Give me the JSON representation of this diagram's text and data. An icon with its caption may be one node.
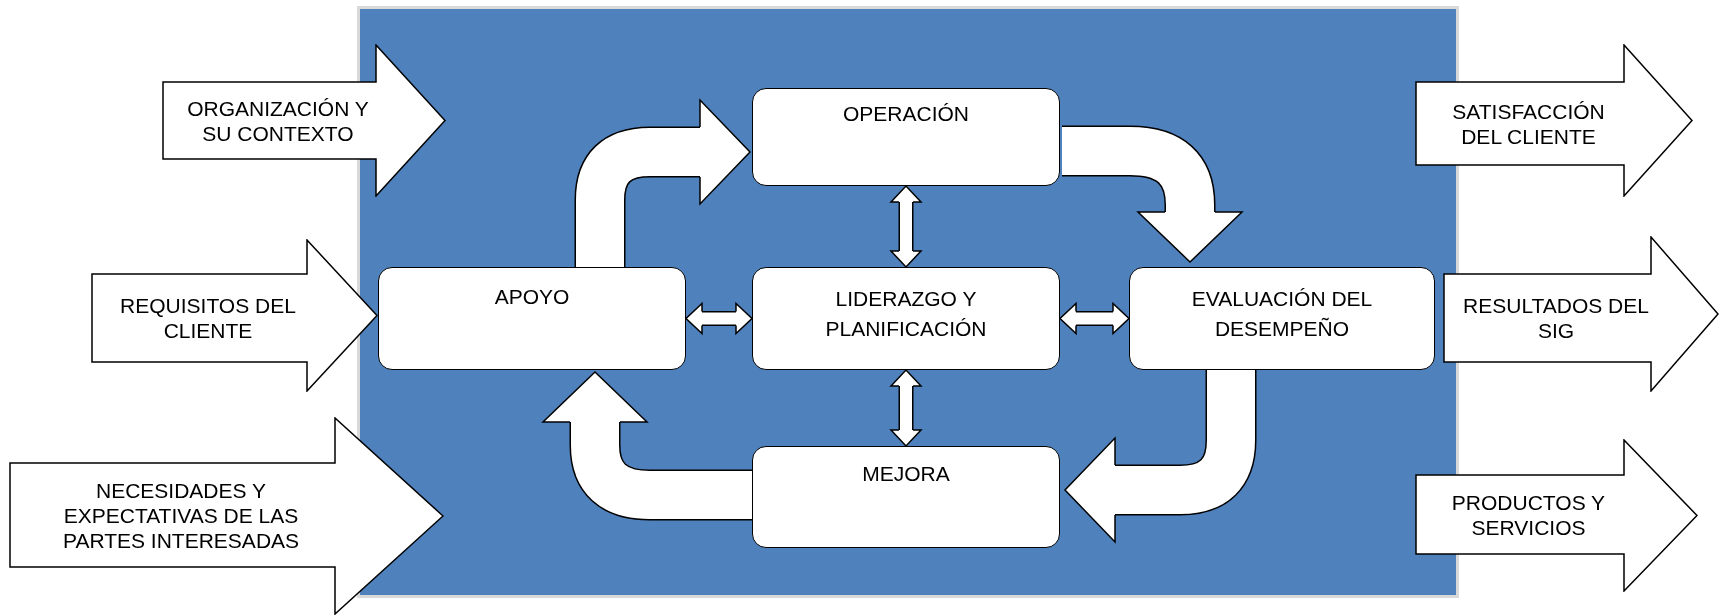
{
  "diagram": {
    "nodes": [
      {
        "text": [
          "ORGANIZACIÓN Y SU CONTEXTO"
        ]
      },
      {
        "text": [
          "REQUISITOS DEL CLIENTE"
        ]
      },
      {
        "text": [
          "NECESIDADES Y EXPECTATIVAS DE LAS PARTES INTERESADAS"
        ]
      },
      {
        "text": [
          "OPERACIÓN"
        ]
      },
      {
        "text": [
          "APOYO"
        ]
      },
      {
        "text": [
          "LIDERAZGO Y PLANIFICACIÓN"
        ]
      },
      {
        "text": [
          "EVALUACIÓN DEL DESEMPEÑO"
        ]
      },
      {
        "text": [
          "MEJORA"
        ]
      },
      {
        "text": [
          "SATISFACCIÓN DEL CLIENTE"
        ]
      },
      {
        "text": [
          "RESULTADOS DEL SIG"
        ]
      },
      {
        "text": [
          "PRODUCTOS Y SERVICIOS"
        ]
      }
    ],
    "edges": [
      {
        "from": 4,
        "to": 3,
        "arrow": "to",
        "style": "thick"
      },
      {
        "from": 3,
        "to": 6,
        "arrow": "to",
        "style": "thick"
      },
      {
        "from": 6,
        "to": 7,
        "arrow": "to",
        "style": "thick"
      },
      {
        "from": 7,
        "to": 4,
        "arrow": "to",
        "style": "thick"
      },
      {
        "from": 5,
        "to": 3,
        "arrow": "both"
      },
      {
        "from": 4,
        "to": 5,
        "arrow": "both"
      },
      {
        "from": 5,
        "to": 6,
        "arrow": "both"
      },
      {
        "from": 5,
        "to": 7,
        "arrow": "both"
      }
    ]
  }
}
